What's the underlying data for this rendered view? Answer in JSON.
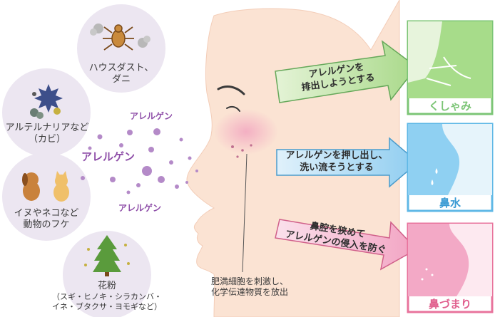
{
  "allergen_sources": {
    "house_dust": [
      "ハウスダスト、",
      "ダニ"
    ],
    "alternaria": [
      "アルテルナリアなど",
      "（カビ）"
    ],
    "animals": [
      "イヌやネコなど",
      "動物のフケ"
    ],
    "pollen": [
      "花粉",
      "（スギ・ヒノキ・シラカンバ・",
      "イネ・ブタクサ・ヨモギなど）"
    ]
  },
  "allergen_labels": {
    "top": "アレルゲン",
    "middle": "アレルゲン",
    "bottom": "アレルゲン"
  },
  "mast_cell_caption": [
    "肥満細胞を刺激し、",
    "化学伝達物質を放出"
  ],
  "reactions": [
    {
      "arrow_text": [
        "アレルゲンを",
        "排出しようとする"
      ],
      "label": "くしゃみ",
      "color": "#7cc576"
    },
    {
      "arrow_text": [
        "アレルゲンを押し出し、",
        "洗い流そうとする"
      ],
      "label": "鼻水",
      "color": "#5fb8e6"
    },
    {
      "arrow_text": [
        "鼻腔を狭めて",
        "アレルゲンの侵入を防ぐ"
      ],
      "label": "鼻づまり",
      "color": "#e8739c"
    }
  ],
  "colors": {
    "circle_bg": "#ece6f1",
    "allergen_purple": "#8e4ea8",
    "skin": "#fbe3d3",
    "sneeze_green": "#7cc576",
    "runny_blue": "#5fb8e6",
    "stuffy_pink": "#e8739c"
  }
}
